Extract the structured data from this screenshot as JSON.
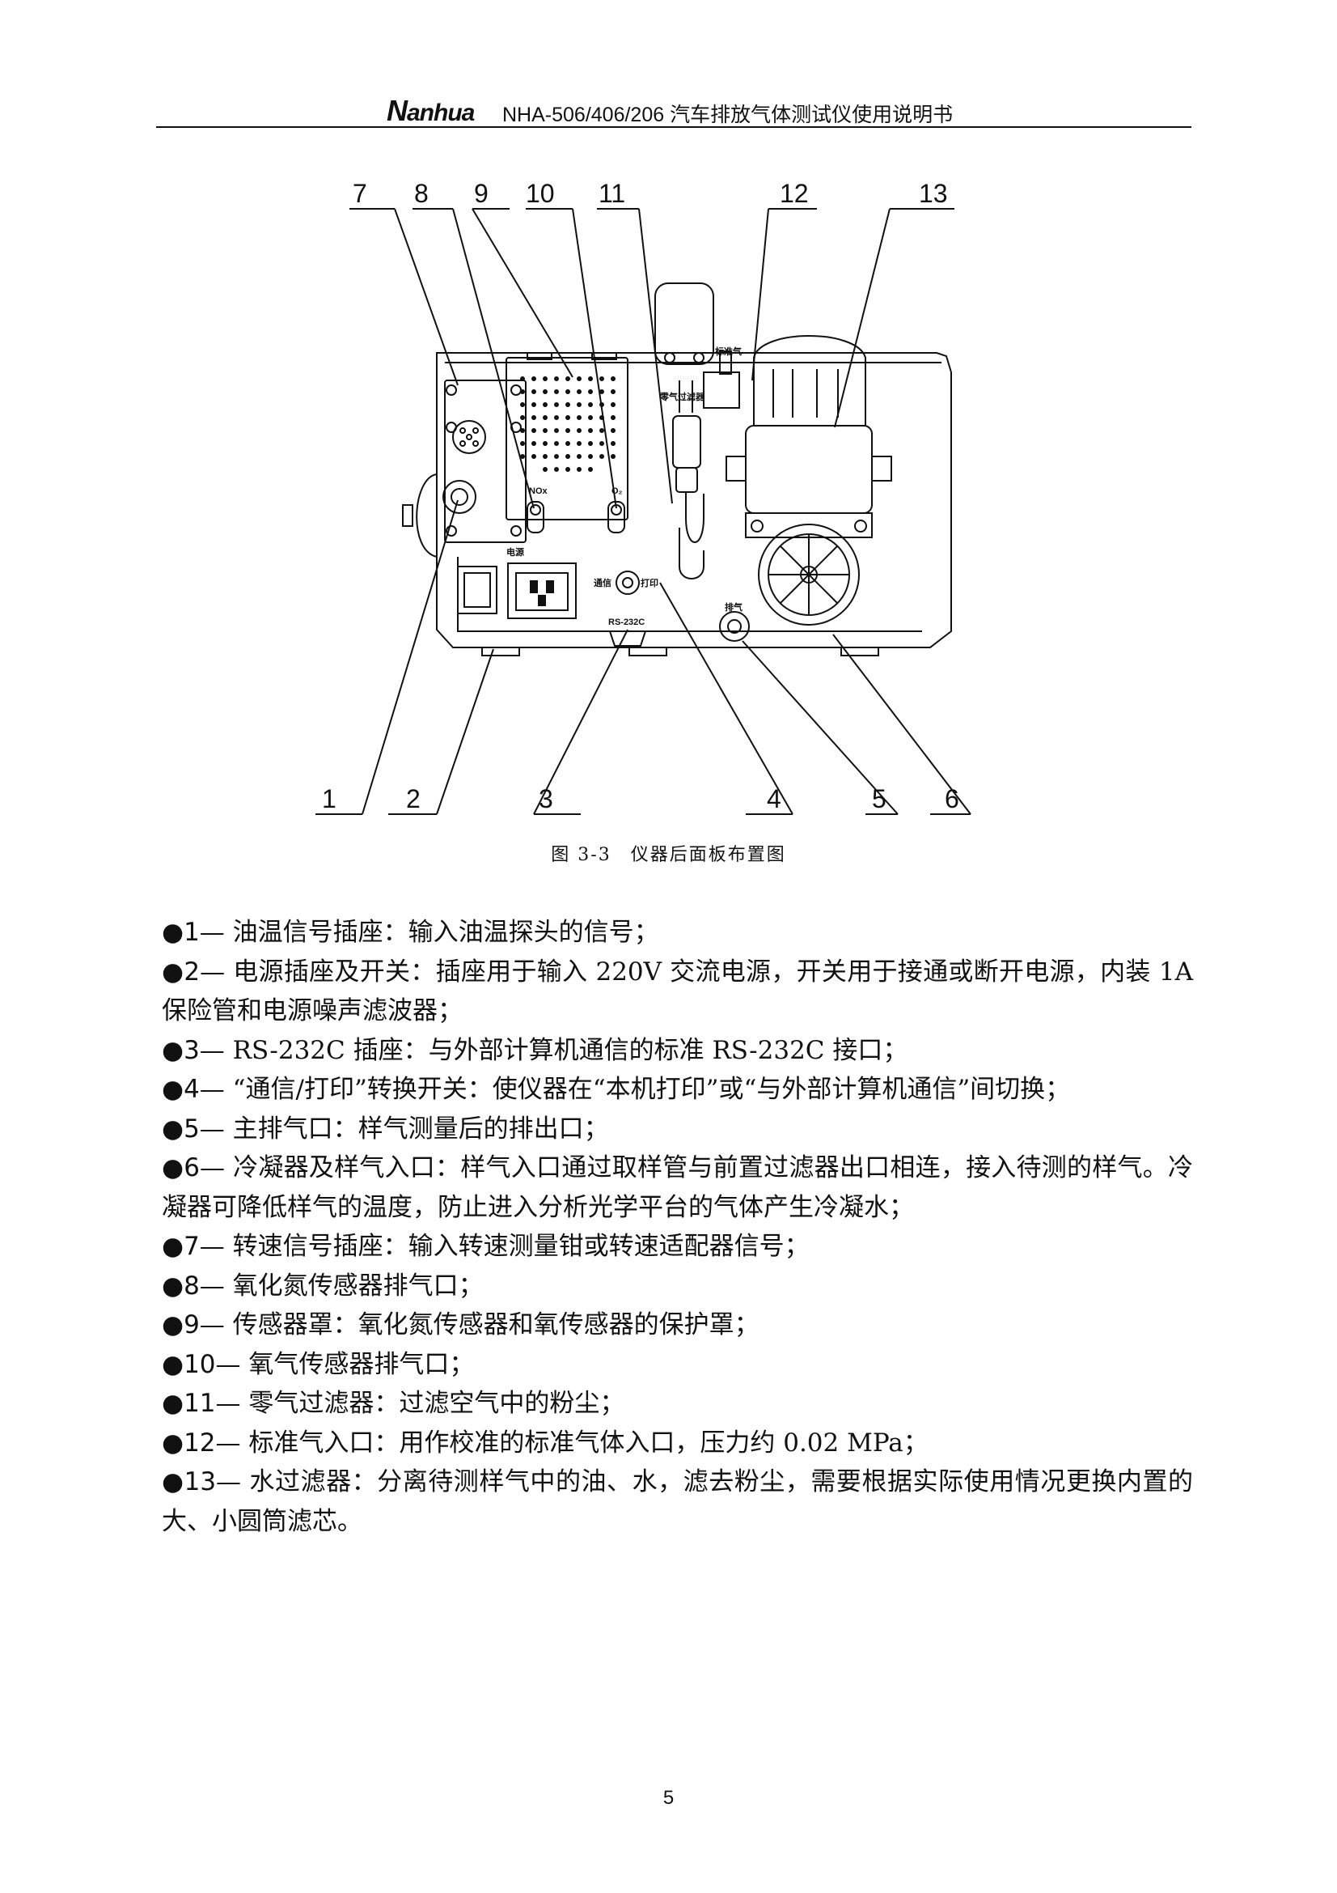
{
  "header": {
    "brand": "Nanhua",
    "brand_initial": "N",
    "brand_rest": "anhua",
    "title": "NHA-506/406/206 汽车排放气体测试仪使用说明书"
  },
  "figure": {
    "caption": "图 3-3　仪器后面板布置图",
    "callouts_top": [
      "7",
      "8",
      "9",
      "10",
      "11",
      "12",
      "13"
    ],
    "callouts_bottom": [
      "1",
      "2",
      "3",
      "4",
      "5",
      "6"
    ],
    "panel_labels": {
      "nox": "NOx",
      "o2": "O₂",
      "power": "电源",
      "comm_print_left": "通信",
      "comm_print_right": "打印",
      "rs232c": "RS-232C",
      "exhaust": "排气",
      "zero_gas_filter": "零气过滤器",
      "standard_gas": "标准气"
    }
  },
  "items": [
    {
      "num": "1",
      "text": "油温信号插座：输入油温探头的信号；"
    },
    {
      "num": "2",
      "text": "电源插座及开关：插座用于输入 220V 交流电源，开关用于接通或断开电源，内装 1A 保险管和电源噪声滤波器；"
    },
    {
      "num": "3",
      "text": "RS-232C 插座：与外部计算机通信的标准 RS-232C 接口；"
    },
    {
      "num": "4",
      "text": "“通信/打印”转换开关：使仪器在“本机打印”或“与外部计算机通信”间切换；"
    },
    {
      "num": "5",
      "text": "主排气口：样气测量后的排出口；"
    },
    {
      "num": "6",
      "text": "冷凝器及样气入口：样气入口通过取样管与前置过滤器出口相连，接入待测的样气。冷凝器可降低样气的温度，防止进入分析光学平台的气体产生冷凝水；"
    },
    {
      "num": "7",
      "text": "转速信号插座：输入转速测量钳或转速适配器信号；"
    },
    {
      "num": "8",
      "text": "氧化氮传感器排气口；"
    },
    {
      "num": "9",
      "text": "传感器罩：氧化氮传感器和氧传感器的保护罩；"
    },
    {
      "num": "10",
      "text": "氧气传感器排气口；"
    },
    {
      "num": "11",
      "text": "零气过滤器：过滤空气中的粉尘；"
    },
    {
      "num": "12",
      "text": "标准气入口：用作校准的标准气体入口，压力约 0.02 MPa；"
    },
    {
      "num": "13",
      "text": "水过滤器：分离待测样气中的油、水，滤去粉尘，需要根据实际使用情况更换内置的大、小圆筒滤芯。"
    }
  ],
  "bullet": "●",
  "dash": "— ",
  "page_number": "5"
}
